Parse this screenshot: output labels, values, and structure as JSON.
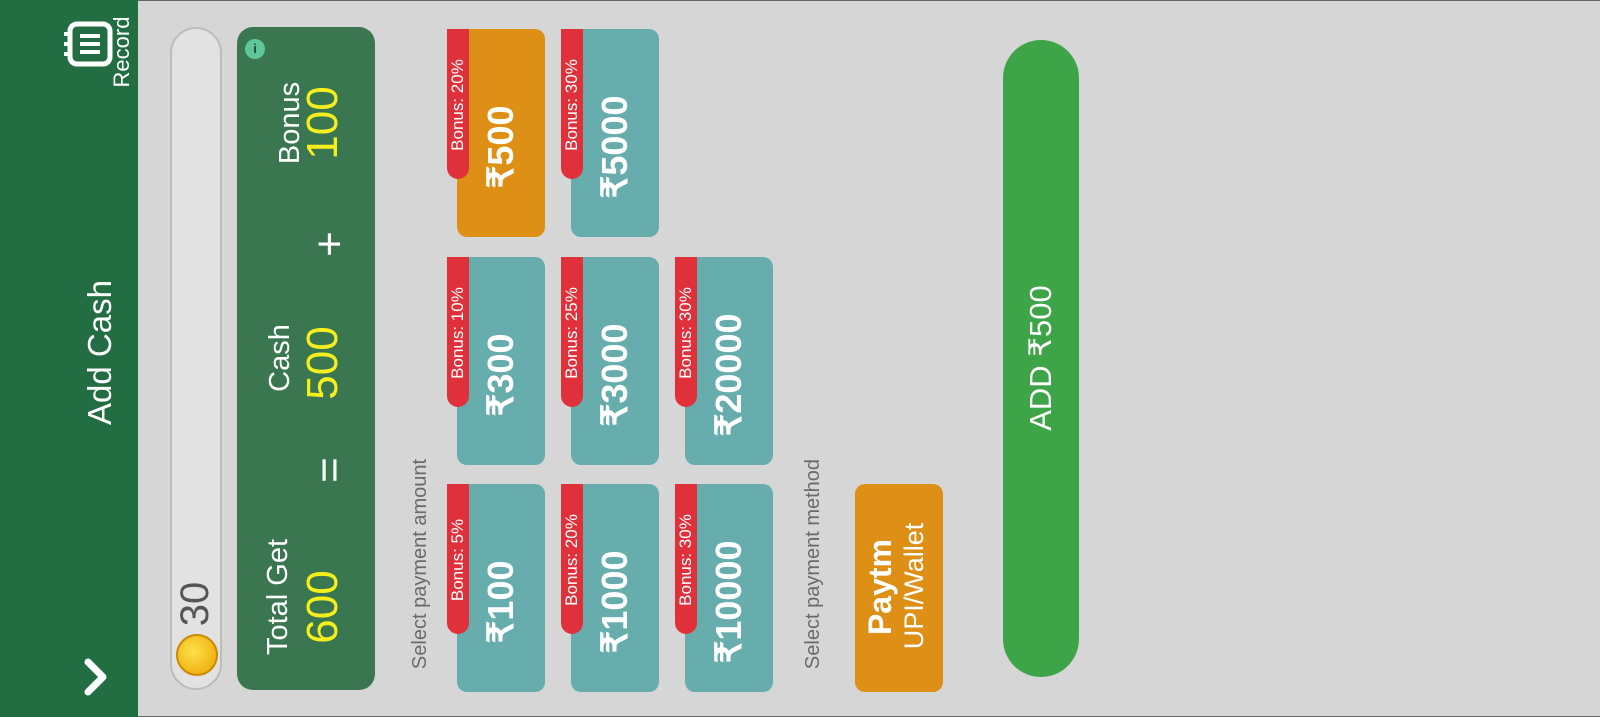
{
  "header": {
    "title": "Add Cash",
    "record_label": "Record"
  },
  "balance": {
    "value": "30"
  },
  "summary": {
    "total_label": "Total Get",
    "total_value": "600",
    "equals": "=",
    "cash_label": "Cash",
    "cash_value": "500",
    "plus": "+",
    "bonus_label": "Bonus",
    "bonus_value": "100",
    "info_glyph": "i"
  },
  "amount_section": {
    "hint": "Select payment amount",
    "options": [
      {
        "price": "₹100",
        "bonus": "Bonus: 5%"
      },
      {
        "price": "₹300",
        "bonus": "Bonus: 10%"
      },
      {
        "price": "₹500",
        "bonus": "Bonus: 20%",
        "selected": true
      },
      {
        "price": "₹1000",
        "bonus": "Bonus: 20%"
      },
      {
        "price": "₹3000",
        "bonus": "Bonus: 25%"
      },
      {
        "price": "₹5000",
        "bonus": "Bonus: 30%"
      },
      {
        "price": "₹10000",
        "bonus": "Bonus: 30%"
      },
      {
        "price": "₹20000",
        "bonus": "Bonus: 30%"
      }
    ]
  },
  "method_section": {
    "hint": "Select payment method",
    "paytm_name": "Paytm",
    "paytm_sub": "UPI/Wallet"
  },
  "add_button": {
    "label": "ADD ₹500"
  },
  "colors": {
    "header_bg": "#226e42",
    "summary_bg": "#3a7751",
    "accent_yellow": "#f7ef1c",
    "option_teal": "#68adad",
    "option_selected": "#de9016",
    "bonus_tag": "#e0313b",
    "add_button": "#3da447"
  },
  "icons": [
    "chevron-down-icon",
    "record-notebook-icon",
    "coin-icon",
    "info-icon"
  ]
}
